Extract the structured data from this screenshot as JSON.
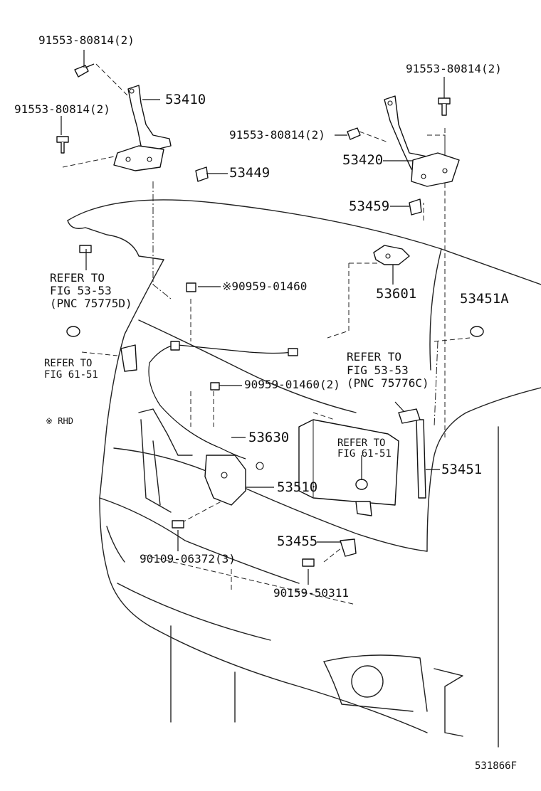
{
  "diagram": {
    "part_labels": {
      "bolt_hinge_l_upper": "91553-80814(2)",
      "bolt_hinge_l_lower": "91553-80814(2)",
      "bolt_hinge_r_right": "91553-80814(2)",
      "bolt_hinge_r_left": "91553-80814(2)",
      "hinge_lh": "53410",
      "hinge_rh": "53420",
      "cushion_lh": "53449",
      "cushion_rh": "53459",
      "clip_cable_upper": "※90959-01460",
      "hood_latch_lever": "53601",
      "support_cushion": "53451A",
      "clip_cable_lower": "90959-01460(2)",
      "release_cable": "53630",
      "hood_lock": "53510",
      "hood_stay": "53451",
      "stay_holder": "53455",
      "lock_bolt": "90109-06372(3)",
      "holder_bolt": "90159-50311"
    },
    "refer_left_fig": {
      "line1": "REFER TO",
      "line2": "FIG 53-53",
      "line3": "(PNC 75775D)"
    },
    "refer_left_61": {
      "line1": "REFER TO",
      "line2": "FIG  61-51"
    },
    "refer_right_fig": {
      "line1": "REFER TO",
      "line2": "FIG 53-53",
      "line3": "(PNC 75776C)"
    },
    "refer_center_61": {
      "line1": "REFER TO",
      "line2": "FIG  61-51"
    },
    "rhd_note": "※ RHD",
    "figure_code": "531866F"
  }
}
